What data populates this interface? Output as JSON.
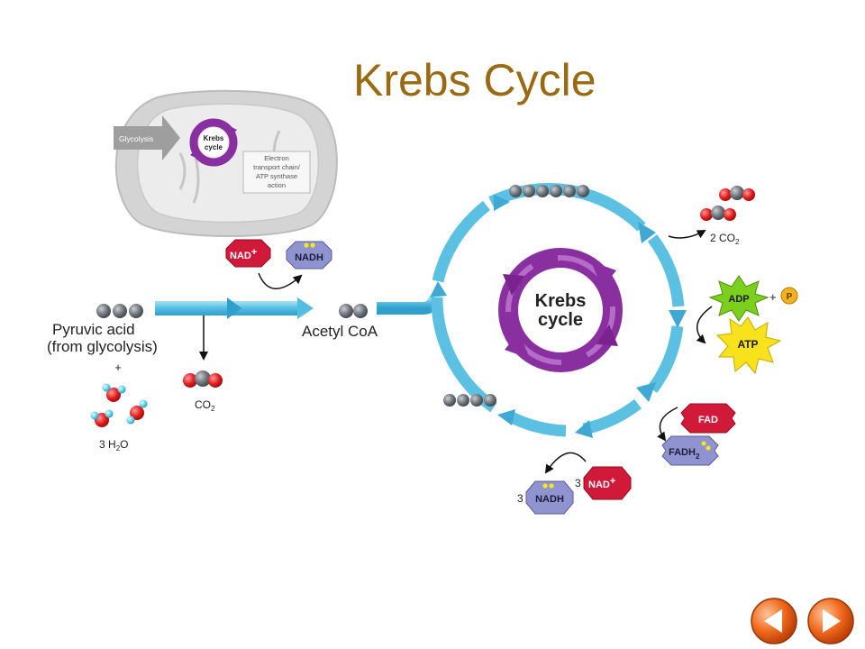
{
  "title": "Krebs Cycle",
  "inset": {
    "glycolysis": "Glycolysis",
    "krebs_line1": "Krebs",
    "krebs_line2": "cycle",
    "etc_line1": "Electron",
    "etc_line2": "transport chain/",
    "etc_line3": "ATP synthase",
    "etc_line4": "action"
  },
  "inputs": {
    "pyruvic_line1": "Pyruvic acid",
    "pyruvic_line2": "(from glycolysis)",
    "plus": "+",
    "water_prefix": "3 H",
    "water_sub": "2",
    "water_suffix": "O",
    "co2_main": "CO",
    "co2_sub": "2",
    "acetyl": "Acetyl CoA"
  },
  "carriers": {
    "nad_top": "NAD",
    "nad_plus": "+",
    "nadh_top": "NADH",
    "nad_bottom_coeff": "3",
    "nad_bottom": "NAD",
    "nadh_bottom_coeff": "3",
    "nadh_bottom": "NADH",
    "fad": "FAD",
    "fadh2_main": "FADH",
    "fadh2_sub": "2",
    "adp": "ADP",
    "adp_plus": "+",
    "p": "P",
    "atp": "ATP",
    "co2_out_prefix": "2 CO",
    "co2_out_sub": "2"
  },
  "cycle": {
    "line1": "Krebs",
    "line2": "cycle"
  },
  "colors": {
    "title": "#9a6a12",
    "cycle_arrow": "#5cc0e3",
    "krebs_purple": "#8a2fa0",
    "nad_red": "#d11a3a",
    "nadh_blue": "#8f93cf",
    "adp_green": "#7ccf1c",
    "atp_yellow": "#f7e21b",
    "nav_orange": "#ef5a12"
  },
  "nav": {
    "back_icon": "left-arrow-icon",
    "next_icon": "right-arrow-icon"
  }
}
